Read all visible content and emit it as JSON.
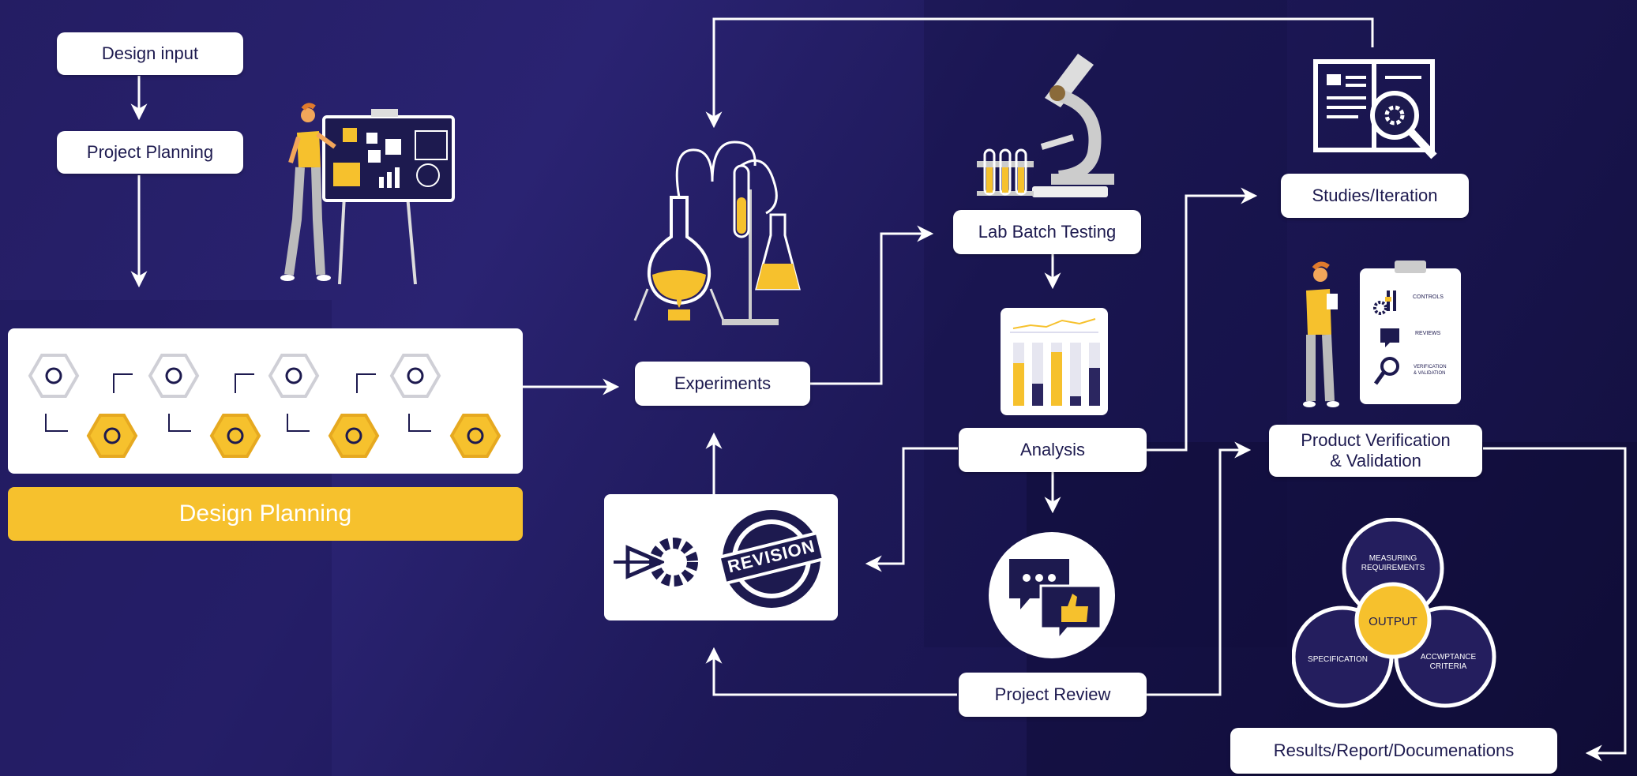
{
  "colors": {
    "background": "#221c66",
    "accent": "#f6c12d",
    "box": "#ffffff",
    "text": "#1d1a4f"
  },
  "nodes": {
    "design_input": "Design input",
    "project_planning": "Project Planning",
    "design_planning": "Design Planning",
    "experiments": "Experiments",
    "lab_batch_testing": "Lab Batch Testing",
    "analysis": "Analysis",
    "project_review": "Project Review",
    "studies_iteration": "Studies/Iteration",
    "product_verification_line1": "Product Verification",
    "product_verification_line2": "& Validation",
    "results": "Results/Report/Documenations"
  },
  "revision_stamp": "REVISION",
  "venn": {
    "center": "OUTPUT",
    "top_line1": "MEASURING",
    "top_line2": "REQUIREMENTS",
    "left": "SPECIFICATION",
    "right_line1": "ACCWPTANCE",
    "right_line2": "CRITERIA"
  },
  "clipboard": {
    "controls": "CONTROLS",
    "reviews": "REVIEWS",
    "vv_line1": "VERIFICATION",
    "vv_line2": "& VALIDATION"
  },
  "planning_icons": [
    "flowchart-icon",
    "bar-chart-icon",
    "gear-bulb-icon",
    "cart-user-icon"
  ],
  "planning_steps": [
    "hourglass-icon",
    "magnifier-check-icon",
    "pointer-hand-icon",
    "document-icon"
  ]
}
